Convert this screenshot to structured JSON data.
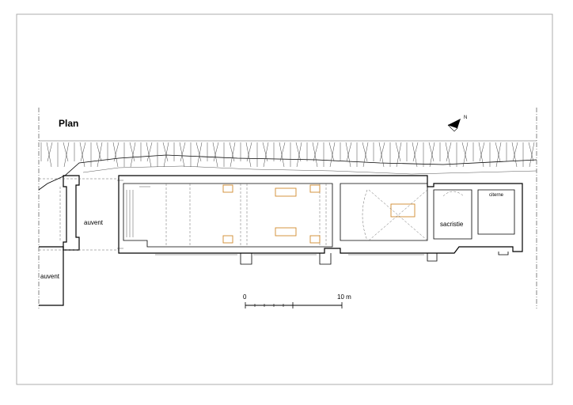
{
  "title": "Plan",
  "rooms": {
    "auvent_main": "auvent",
    "auvent_lower": "auvent",
    "sacristie": "sacristie",
    "citerne": "citerne"
  },
  "north_label": "N",
  "scale_bar": {
    "start_label": "0",
    "end_label": "10 m"
  }
}
